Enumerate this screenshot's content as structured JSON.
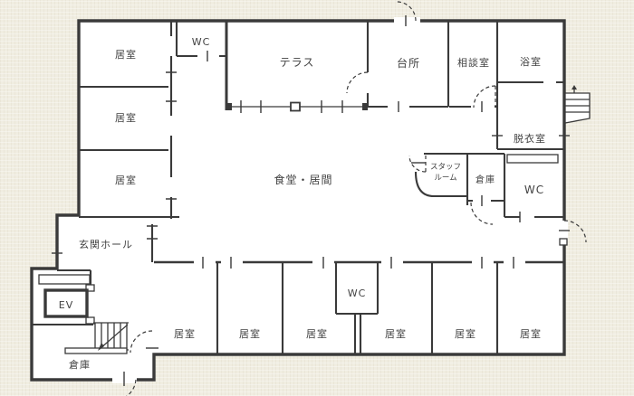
{
  "colors": {
    "background": "#f0ede1",
    "wall": "#3a3a3a",
    "floor": "#ffffff",
    "text": "#424242"
  },
  "floorplan": {
    "labels": {
      "resident_room": "居室",
      "toilet": "WC",
      "terrace": "テラス",
      "kitchen": "台所",
      "consultation_room": "相談室",
      "bathroom": "浴室",
      "changing_room": "脱衣室",
      "dining_living": "食堂・居間",
      "staff_room_line1": "スタッフ",
      "staff_room_line2": "ルーム",
      "storage": "倉庫",
      "entrance_hall": "玄関ホール",
      "elevator": "EV"
    }
  }
}
